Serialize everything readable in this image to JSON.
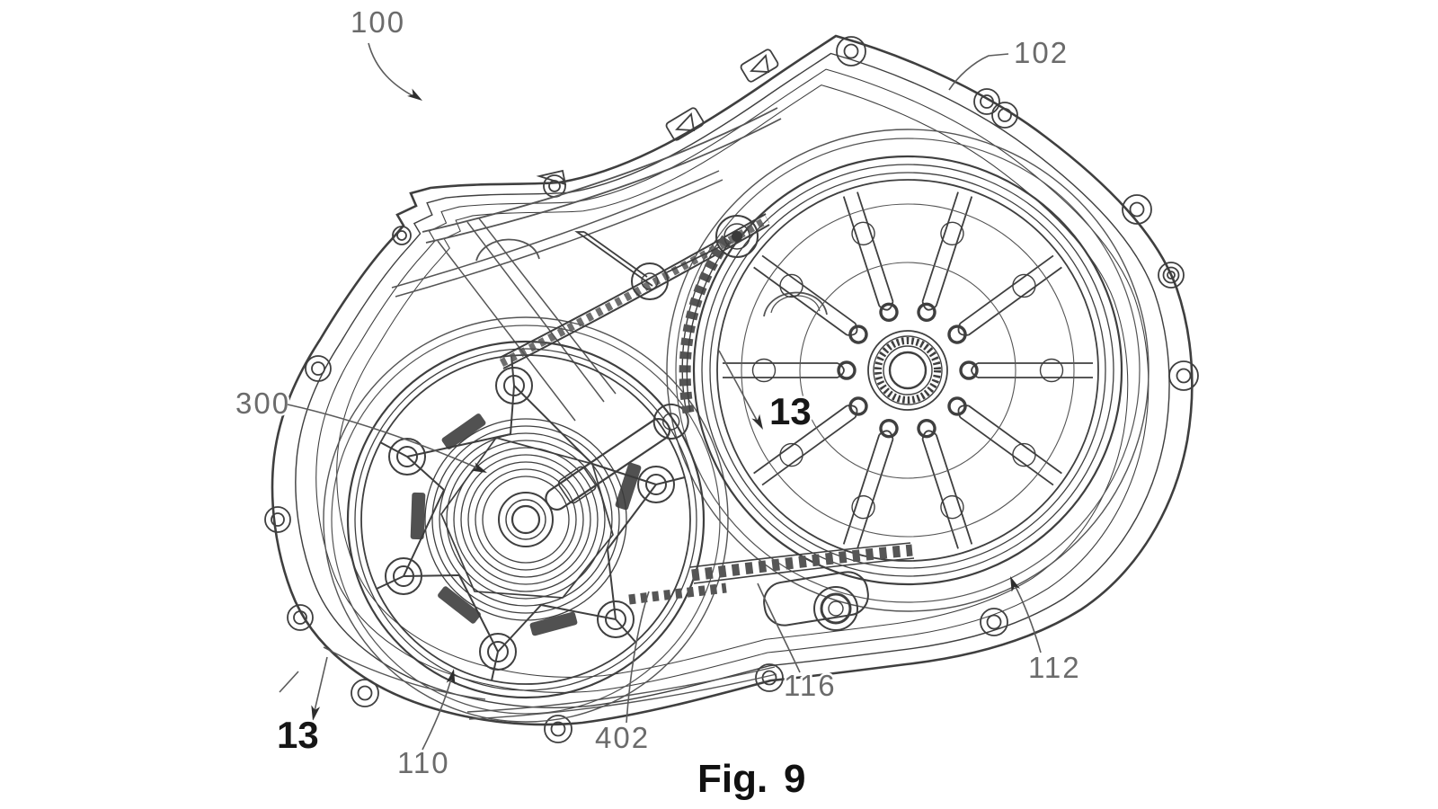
{
  "figure": {
    "caption": {
      "prefix": "Fig.",
      "number": "9"
    },
    "reference_labels": {
      "l100": "100",
      "l102": "102",
      "l300": "300",
      "l13_mid": "13",
      "l13_bottom": "13",
      "l110": "110",
      "l112": "112",
      "l116": "116",
      "l402": "402"
    }
  },
  "colors": {
    "background": "#ffffff",
    "drawing_line": "#3f3f3f",
    "reference_label": "#6b6b6b",
    "bold_label": "#161616"
  }
}
